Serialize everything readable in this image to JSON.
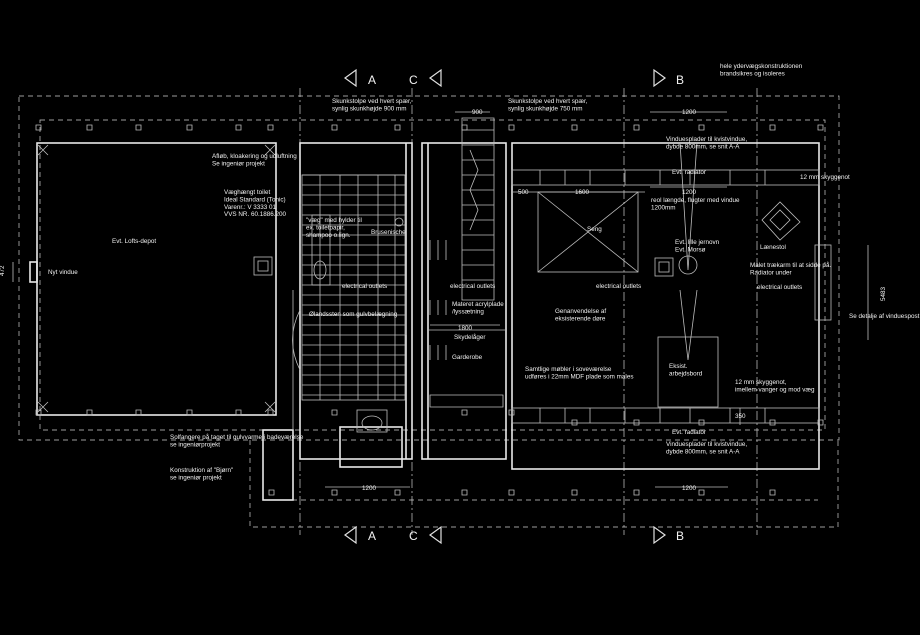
{
  "sections": {
    "a": "A",
    "b": "B",
    "c": "C"
  },
  "labels": {
    "brand": "hele ydervægskonstruktionen\nbrandsikres og isoleres",
    "skunk_left": "Skunkstolpe ved hvert spær,\nsynlig skunkhøjde 900 mm",
    "skunk_right": "Skunkstolpe ved hvert spær,\nsynlig skunkhøjde 750 mm",
    "afloeb": "Afløb, kloakering og udluftning\nSe ingeniør projekt",
    "toilet": "Væghængt toilet\nIdeal Standard (Tonic)\nVarenr.: V 3333 01\nVVS NR. 60.1886.200",
    "vaeg": "\"væg\" med hylder til\nex. toiletpapir,\nshampoo o.lign.",
    "brusenicke": "Brusenische",
    "lofts": "Evt. Lofts-depot",
    "nyt_vindue": "Nyt vindue",
    "elec_1": "electrical outlets",
    "elec_2": "electrical outlets",
    "elec_3": "electrical outlets",
    "elec_4": "electrical outlets",
    "olandsten": "Ølandssten som gulvbelægning",
    "acryl": "Materet acrylplade\n/lyssætning",
    "skydelaager": "Skydelåger",
    "garderobe": "Garderobe",
    "genanvendelse": "Genanvendelse af\neksisterende døre",
    "samtlige": "Samtlige møbler i soveværelse\nudføres i 22mm MDF plade som males",
    "vindue_top": "Vinduesplader til kvistvindue,\ndybde 800mm, se snit A-A",
    "vindue_bot": "Vinduesplader til kvistvindue,\ndybde 800mm, se snit A-A",
    "radiator_top": "Evt. radiator",
    "radiator_bot": "Evt. radiator",
    "skyggenot_top": "12 mm skyggenot",
    "skyggenot_bot": "12 mm skyggenot,\nimellem vanger og mod væg",
    "reol": "reol længde, flugter med vindue\n1200mm",
    "seng": "Seng",
    "laenestol": "Lænestol",
    "jernovn": "Evt. lille jernovn\nEvt. Morsø",
    "traekarm": "Malet trækarm til at sidde på.\nRadiator under",
    "detalje": "Se detalje af vinduespost",
    "bord": "Eksist.\narbejdsbord",
    "solfanger": "Solfangere på taget til gulvvarme i badeværelse\nse ingeniørprojekt",
    "konstruktion": "Konstruktion af \"Bjørn\"\nse ingeniør projekt"
  },
  "dims": {
    "d900": "900",
    "d1200_top": "1200",
    "d1200_mid": "1200",
    "d500": "500",
    "d1600": "1600",
    "d1800": "1800",
    "d350": "350",
    "d1200_bl": "1200",
    "d1200_br": "1200",
    "d472": "472",
    "d5483": "5483"
  }
}
